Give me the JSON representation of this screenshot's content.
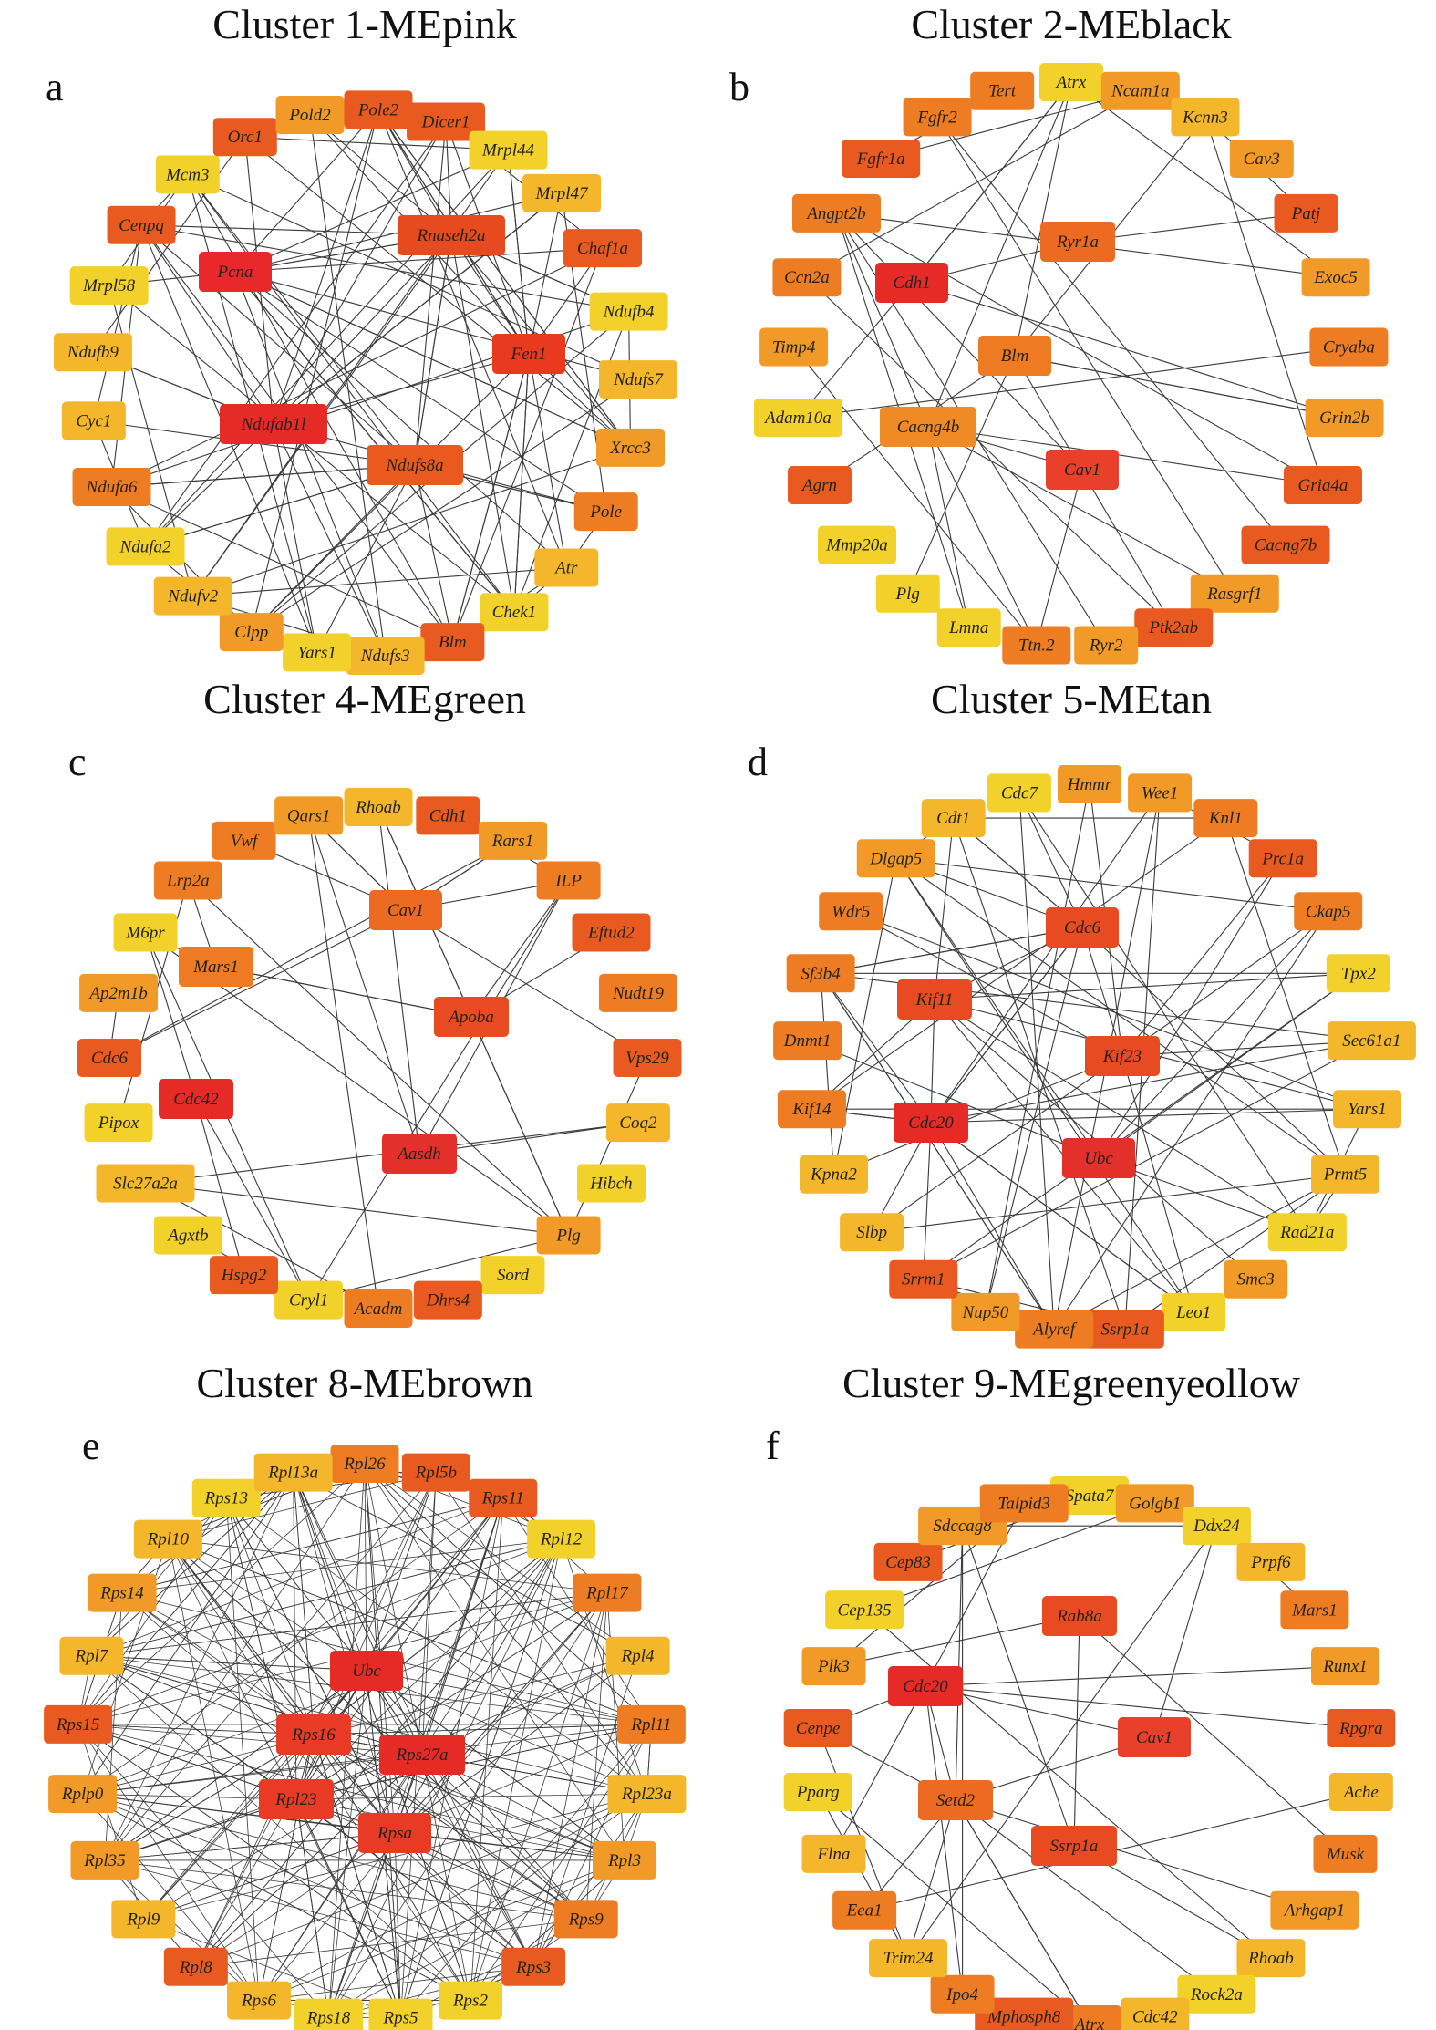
{
  "figure": {
    "panels": [
      {
        "letter": "a",
        "title": "Cluster 1-MEpink",
        "ring": [
          "Pole2",
          "Dicer1",
          "Mrpl44",
          "Mrpl47",
          "Chaf1a",
          "Ndufb4",
          "Ndufs7",
          "Xrcc3",
          "Pole",
          "Atr",
          "Chek1",
          "Blm",
          "Ndufs3",
          "Yars1",
          "Clpp",
          "Ndufv2",
          "Ndufa2",
          "Ndufa6",
          "Cyc1",
          "Ndufb9",
          "Mrpl58",
          "Cenpq",
          "Mcm3",
          "Orc1",
          "Pold2"
        ],
        "hubs": [
          "Pcna",
          "Rnaseh2a",
          "Fen1",
          "Ndufab1l",
          "Ndufs8a"
        ],
        "hub_colors": [
          "#e8282b",
          "#e64a1e",
          "#e93a1f",
          "#e62a26",
          "#ea5a1e"
        ],
        "density": "high"
      },
      {
        "letter": "b",
        "title": "Cluster 2-MEblack",
        "ring": [
          "Atrx",
          "Ncam1a",
          "Kcnn3",
          "Cav3",
          "Patj",
          "Exoc5",
          "Cryaba",
          "Grin2b",
          "Gria4a",
          "Cacng7b",
          "Rasgrf1",
          "Ptk2ab",
          "Ryr2",
          "Ttn.2",
          "Lmna",
          "Plg",
          "Mmp20a",
          "Agrn",
          "Adam10a",
          "Timp4",
          "Ccn2a",
          "Angpt2b",
          "Fgfr1a",
          "Fgfr2",
          "Tert"
        ],
        "hubs": [
          "Cdh1",
          "Ryr1a",
          "Blm",
          "Cacng4b",
          "Cav1"
        ],
        "hub_colors": [
          "#e62a26",
          "#ec6a22",
          "#ee7a22",
          "#ef8a24",
          "#e8402a"
        ],
        "density": "low"
      },
      {
        "letter": "c",
        "title": "Cluster 4-MEgreen",
        "ring": [
          "Rhoab",
          "Cdh1",
          "Rars1",
          "ILP",
          "Eftud2",
          "Nudt19",
          "Vps29",
          "Coq2",
          "Hibch",
          "Plg",
          "Sord",
          "Dhrs4",
          "Acadm",
          "Cryl1",
          "Hspg2",
          "Agxtb",
          "Slc27a2a",
          "Pipox",
          "Cdc6",
          "Ap2m1b",
          "M6pr",
          "Lrp2a",
          "Vwf",
          "Qars1"
        ],
        "hubs": [
          "Cav1",
          "Mars1",
          "Apoba",
          "Cdc42",
          "Aasdh"
        ],
        "hub_colors": [
          "#ec6a22",
          "#ef7a24",
          "#e84a22",
          "#e62a26",
          "#e4302a"
        ],
        "density": "low"
      },
      {
        "letter": "d",
        "title": "Cluster 5-MEtan",
        "ring": [
          "Hmmr",
          "Wee1",
          "Knl1",
          "Prc1a",
          "Ckap5",
          "Tpx2",
          "Sec61a1",
          "Yars1",
          "Prmt5",
          "Rad21a",
          "Smc3",
          "Leo1",
          "Ssrp1a",
          "Alyref",
          "Nup50",
          "Srrm1",
          "Slbp",
          "Kpna2",
          "Kif14",
          "Dnmt1",
          "Sf3b4",
          "Wdr5",
          "Dlgap5",
          "Cdt1",
          "Cdc7"
        ],
        "hubs": [
          "Cdc6",
          "Kif11",
          "Kif23",
          "Cdc20",
          "Ubc"
        ],
        "hub_colors": [
          "#e84a22",
          "#e84a22",
          "#e84a22",
          "#e62a26",
          "#e4302a"
        ],
        "density": "medium"
      },
      {
        "letter": "e",
        "title": "Cluster 8-MEbrown",
        "ring": [
          "Rpl26",
          "Rpl5b",
          "Rps11",
          "Rpl12",
          "Rpl17",
          "Rpl4",
          "Rpl11",
          "Rpl23a",
          "Rpl3",
          "Rps9",
          "Rps3",
          "Rps2",
          "Rps5",
          "Rps18",
          "Rps6",
          "Rpl8",
          "Rpl9",
          "Rpl35",
          "Rplp0",
          "Rps15",
          "Rpl7",
          "Rps14",
          "Rpl10",
          "Rps13",
          "Rpl13a"
        ],
        "hubs": [
          "Ubc",
          "Rps16",
          "Rps27a",
          "Rpl23",
          "Rpsa"
        ],
        "hub_colors": [
          "#e62a26",
          "#e83a24",
          "#e62a26",
          "#e83a24",
          "#e83a24"
        ],
        "density": "very-high"
      },
      {
        "letter": "f",
        "title": "Cluster 9-MEgreenyeollow",
        "ring": [
          "Spata7",
          "Golgb1",
          "Ddx24",
          "Prpf6",
          "Mars1",
          "Runx1",
          "Rpgra",
          "Ache",
          "Musk",
          "Arhgap1",
          "Rhoab",
          "Rock2a",
          "Cdc42",
          "Atrx",
          "Mphosph8",
          "Ipo4",
          "Trim24",
          "Eea1",
          "Flna",
          "Pparg",
          "Cenpe",
          "Plk3",
          "Cep135",
          "Cep83",
          "Sdccag8",
          "Talpid3"
        ],
        "hubs": [
          "Rab8a",
          "Cdc20",
          "Cav1",
          "Setd2",
          "Ssrp1a"
        ],
        "hub_colors": [
          "#e84a22",
          "#e62a26",
          "#e8402a",
          "#ec6a22",
          "#e84a22"
        ],
        "density": "low"
      }
    ]
  }
}
